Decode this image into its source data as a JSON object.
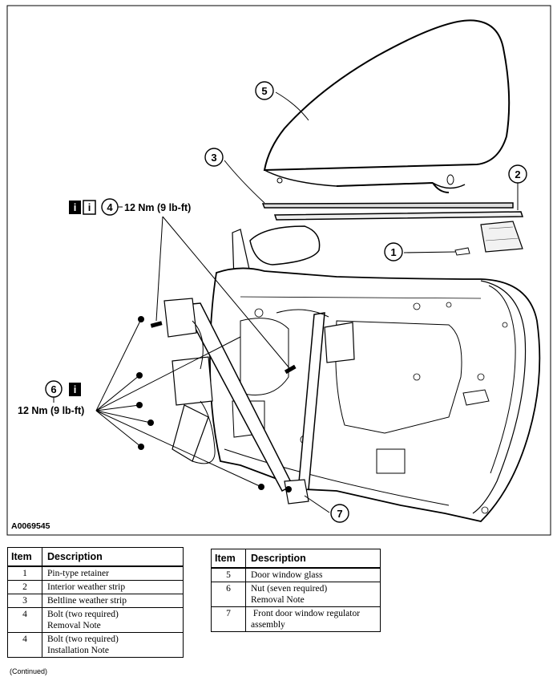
{
  "figure": {
    "id_code": "A0069545",
    "callouts": [
      {
        "number": "1"
      },
      {
        "number": "2"
      },
      {
        "number": "3"
      },
      {
        "number": "4",
        "torque": "12 Nm (9 lb-ft)"
      },
      {
        "number": "5"
      },
      {
        "number": "6",
        "torque": "12 Nm (9 lb-ft)"
      },
      {
        "number": "7"
      }
    ],
    "icon_glyph": "i"
  },
  "tables": [
    {
      "headers": [
        "Item",
        "Description"
      ],
      "rows": [
        {
          "item": "1",
          "lines": [
            "Pin-type retainer"
          ]
        },
        {
          "item": "2",
          "lines": [
            "Interior weather strip"
          ]
        },
        {
          "item": "3",
          "lines": [
            "Beltline weather strip"
          ]
        },
        {
          "item": "4",
          "lines": [
            "Bolt (two required)",
            "Removal Note"
          ]
        },
        {
          "item": "4",
          "lines": [
            "Bolt (two required)",
            "Installation Note"
          ]
        }
      ]
    },
    {
      "headers": [
        "Item",
        "Description"
      ],
      "rows": [
        {
          "item": "5",
          "lines": [
            "Door window glass"
          ]
        },
        {
          "item": "6",
          "lines": [
            "Nut (seven required)",
            "Removal Note"
          ]
        },
        {
          "item": "7",
          "lines": [
            " Front door window regulator",
            "assembly"
          ]
        }
      ]
    }
  ],
  "footer": {
    "continued": "(Continued)"
  }
}
